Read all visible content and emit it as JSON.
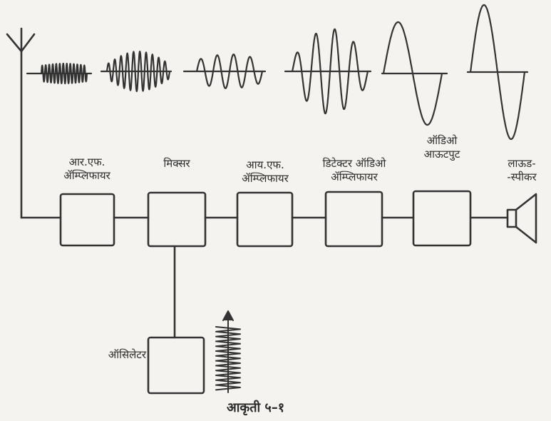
{
  "blocks": {
    "rf_amp": "आर.एफ.\nॲम्प्लिफायर",
    "mixer": "मिक्सर",
    "if_amp": "आय.एफ.\nॲम्प्लिफायर",
    "detector": "डिटेक्टर ऑडिओ\nॲम्प्लिफायर",
    "audio_out": "ऑडिओ\nआऊटपुट",
    "speaker": "लाऊड-\n-स्पीकर",
    "oscillator": "ऑसिलेटर"
  },
  "caption": "आकृती ५–१",
  "colors": {
    "ink": "#333333",
    "paper": "#f4f3ef"
  }
}
